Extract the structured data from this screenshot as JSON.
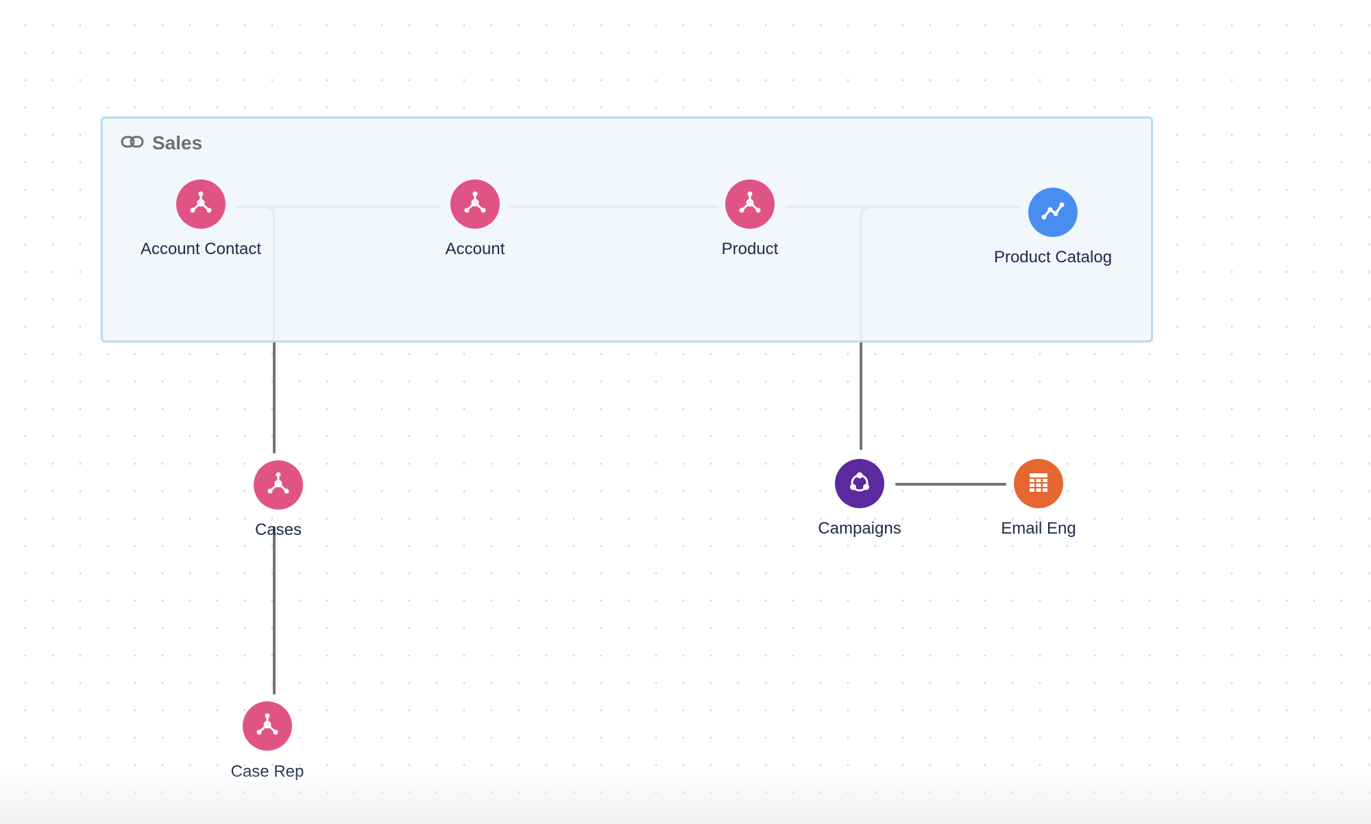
{
  "group": {
    "title": "Sales",
    "icon": "link-icon"
  },
  "nodes": {
    "account_contact": {
      "label": "Account Contact",
      "icon": "data-model-icon",
      "color": "#e05485"
    },
    "account": {
      "label": "Account",
      "icon": "data-model-icon",
      "color": "#e05485"
    },
    "product": {
      "label": "Product",
      "icon": "data-model-icon",
      "color": "#e05485"
    },
    "product_catalog": {
      "label": "Product Catalog",
      "icon": "trend-line-icon",
      "color": "#4a8df0"
    },
    "cases": {
      "label": "Cases",
      "icon": "data-model-icon",
      "color": "#e05485"
    },
    "case_rep": {
      "label": "Case Rep",
      "icon": "data-model-icon",
      "color": "#e05485"
    },
    "campaigns": {
      "label": "Campaigns",
      "icon": "campaign-icon",
      "color": "#5b2a9e"
    },
    "email_eng": {
      "label": "Email Eng",
      "icon": "table-grid-icon",
      "color": "#e3672f"
    }
  },
  "edge_color": "#6f7378"
}
